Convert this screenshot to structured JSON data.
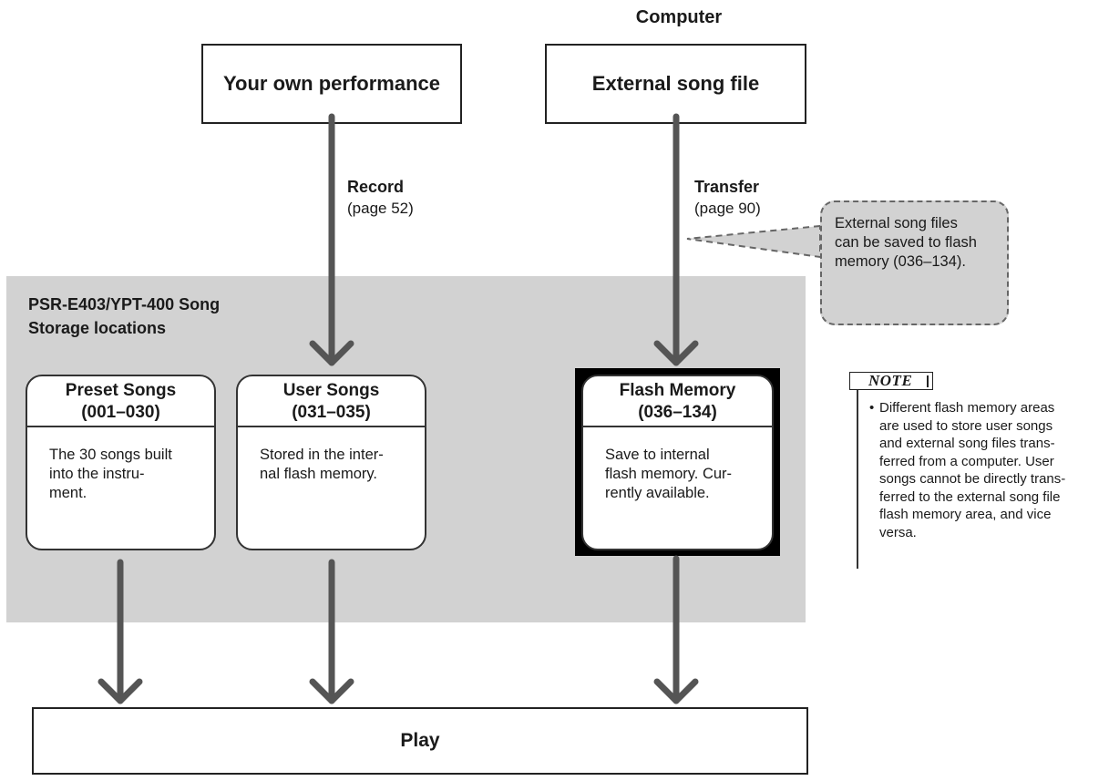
{
  "header": {
    "computer_label": "Computer"
  },
  "sources": {
    "own_performance": "Your own performance",
    "external_file": "External song file"
  },
  "flows": {
    "record": {
      "title": "Record",
      "page": "(page 52)"
    },
    "transfer": {
      "title": "Transfer",
      "page": "(page 90)"
    }
  },
  "callout": {
    "lines": [
      "External song files",
      "can be saved to flash",
      "memory (036–134)."
    ]
  },
  "storage": {
    "title_lines": [
      "PSR-E403/YPT-400 Song",
      "Storage locations"
    ],
    "locations": [
      {
        "name": "Preset Songs",
        "range": "(001–030)",
        "desc_lines": [
          "The 30 songs built",
          "into the instru-",
          "ment."
        ]
      },
      {
        "name": "User Songs",
        "range": "(031–035)",
        "desc_lines": [
          "Stored in the inter-",
          "nal flash memory."
        ]
      },
      {
        "name": "Flash Memory",
        "range": "(036–134)",
        "desc_lines": [
          "Save to internal",
          "flash memory. Cur-",
          "rently available."
        ]
      }
    ]
  },
  "play": {
    "label": "Play"
  },
  "note": {
    "tag": "NOTE",
    "bullet": "•",
    "lines": [
      "Different flash memory areas",
      "are used to store user songs",
      "and external song files trans-",
      "ferred from a computer. User",
      "songs cannot be directly trans-",
      "ferred to the external song file",
      "flash memory area, and vice",
      "versa."
    ]
  },
  "colors": {
    "arrow": "#555555",
    "panel": "#d2d2d2",
    "border": "#222222"
  }
}
